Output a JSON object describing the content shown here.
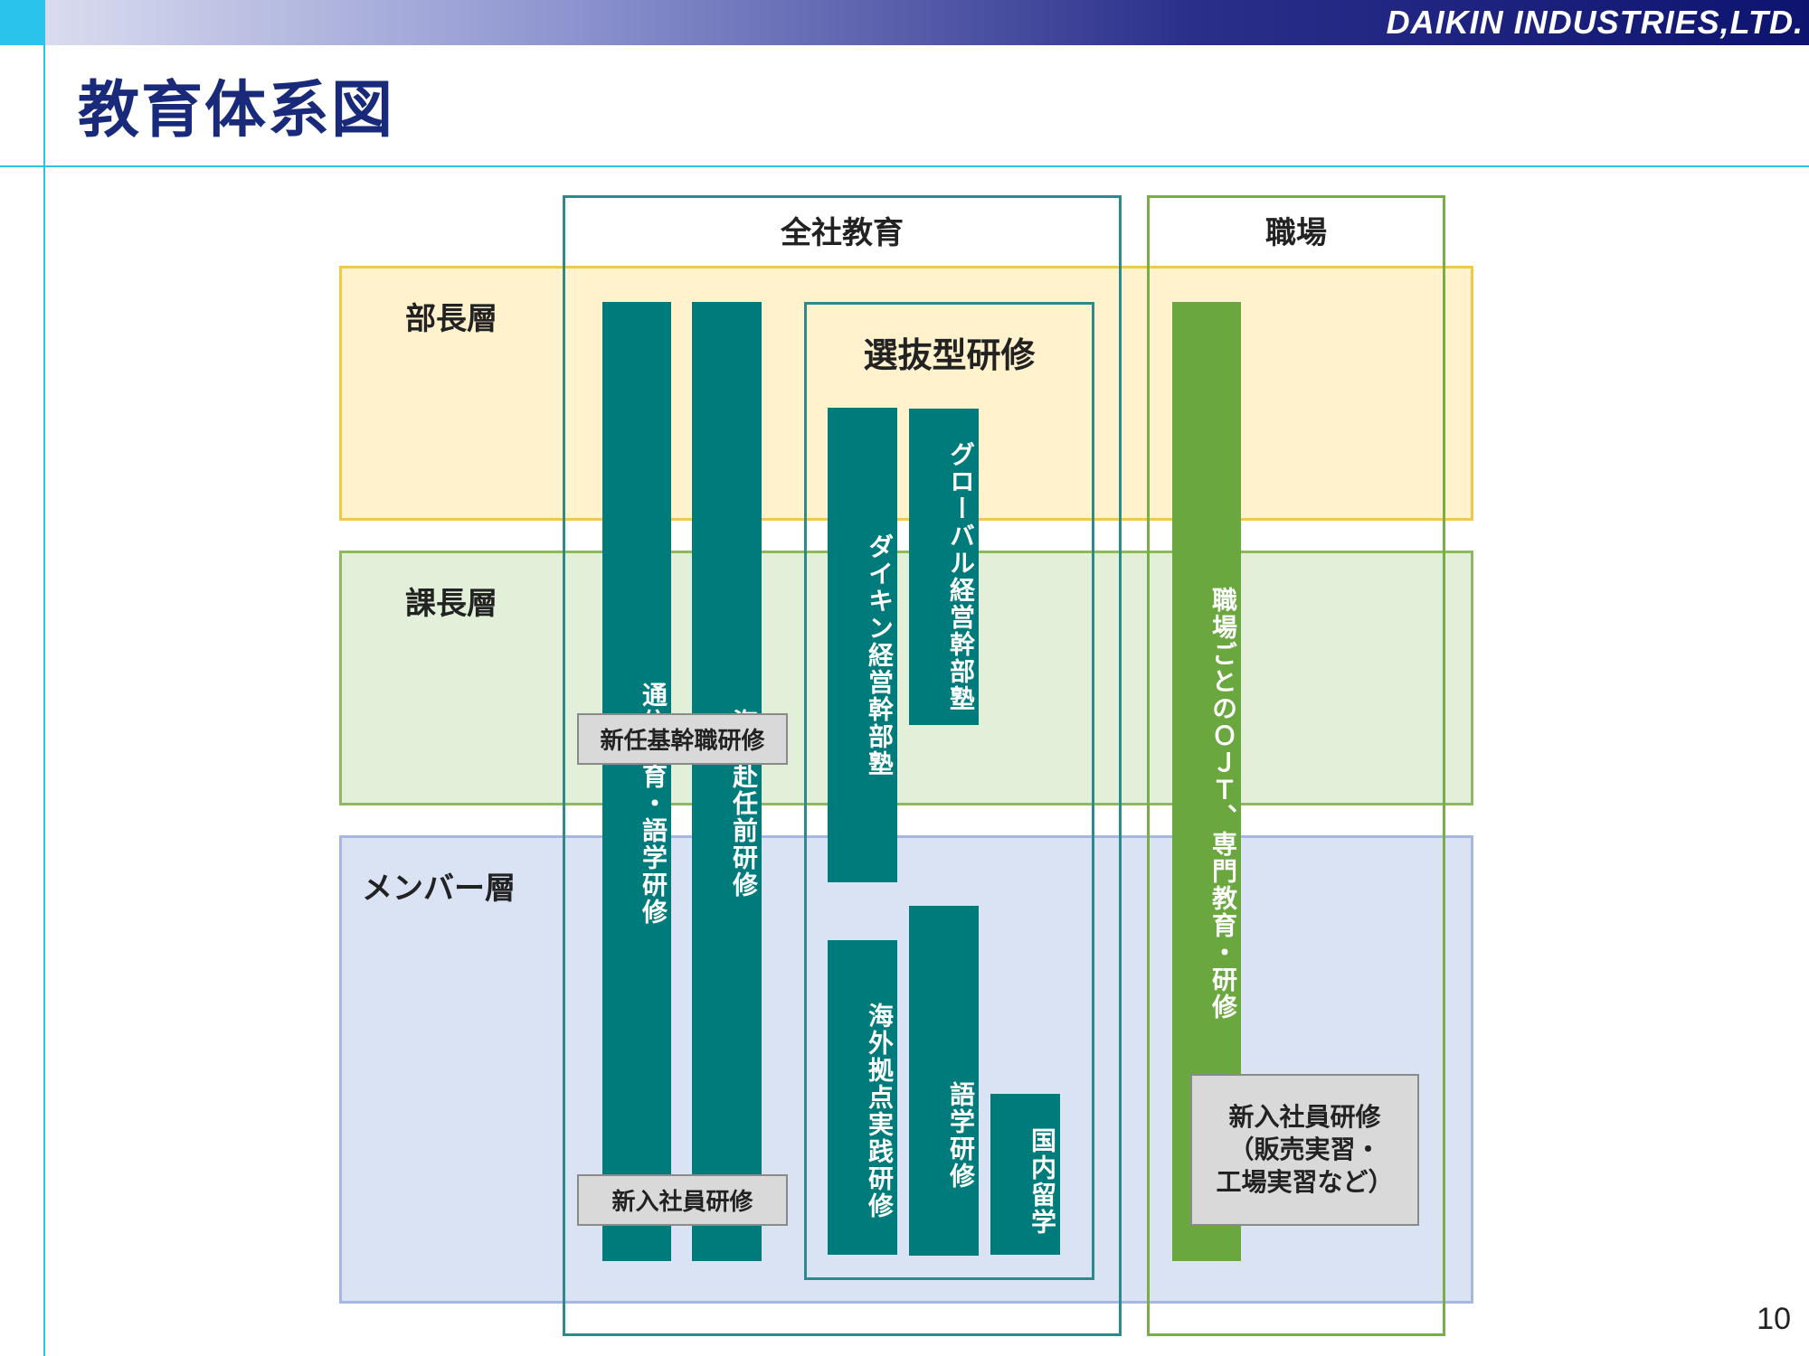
{
  "header": {
    "company": "DAIKIN INDUSTRIES,LTD.",
    "title": "教育体系図",
    "page_number": "10"
  },
  "colors": {
    "accent_line": "#29c3ec",
    "header_bar": "#0d1470",
    "teal_bar": "#007b7b",
    "green_bar": "#6aa83f",
    "band_bucho": "#fff2cc",
    "band_kacho": "#e2efd9",
    "band_member": "#dae3f3"
  },
  "levels": {
    "bucho": "部長層",
    "kacho": "課長層",
    "member": "メンバー層"
  },
  "columns": {
    "zensha": "全社教育",
    "shokuba": "職場",
    "senbatsu": "選抜型研修"
  },
  "programs": {
    "tsushin": "通信教育・語学研修",
    "kaigai_fuinin": "海外赴任前研修",
    "daikin_keiei": "ダイキン経営幹部塾",
    "global_keiei": "グローバル経営幹部塾",
    "kaigai_kyoten": "海外拠点実践研修",
    "gogaku": "語学研修",
    "kokunai_ryugaku": "国内留学",
    "ojt": "職場ごとのＯＪＴ、専門教育・研修",
    "shinnin_kikan": "新任基幹職研修",
    "shinnyu": "新入社員研修",
    "shinnyu_shokuba_line1": "新入社員研修",
    "shinnyu_shokuba_line2": "（販売実習・",
    "shinnyu_shokuba_line3": "工場実習など）"
  }
}
